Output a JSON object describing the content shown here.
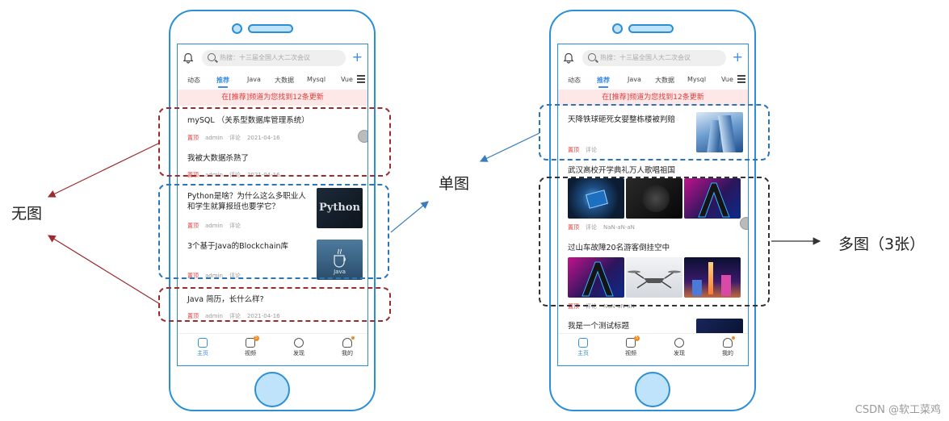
{
  "left_phone": {
    "search_placeholder": "热搜：十三届全国人大二次会议",
    "tabs": [
      "动态",
      "推荐",
      "Java",
      "大数据",
      "Mysql",
      "Vue"
    ],
    "notice": "在[推荐]频道为您找到12条更新",
    "articles": [
      {
        "title": "mySQL （关系型数据库管理系统）",
        "tag": "置顶",
        "author": "admin",
        "comment": "评论",
        "date": "2021-04-16"
      },
      {
        "title": "我被大数据杀熟了",
        "tag": "置顶",
        "author": "admin",
        "comment": "评论",
        "date": "2021-04-16"
      },
      {
        "title": "Python是啥？为什么这么多职业人和学生就算报班也要学它？",
        "tag": "置顶",
        "author": "admin",
        "comment": "评论",
        "thumb_text": "Python"
      },
      {
        "title": "3个基于Java的Blockchain库",
        "tag": "置顶",
        "author": "admin",
        "comment": "评论",
        "thumb_text": "Java"
      },
      {
        "title": "Java 简历，长什么样?",
        "tag": "置顶",
        "author": "admin",
        "comment": "评论",
        "date": "2021-04-16"
      }
    ],
    "tabbar": [
      {
        "label": "主页",
        "badge": ""
      },
      {
        "label": "视频",
        "badge": "5"
      },
      {
        "label": "发现",
        "badge": ""
      },
      {
        "label": "我的",
        "badge": ""
      }
    ]
  },
  "right_phone": {
    "search_placeholder": "热搜：十三届全国人大二次会议",
    "tabs": [
      "动态",
      "推荐",
      "Java",
      "大数据",
      "Mysql",
      "Vue"
    ],
    "notice": "在[推荐]频道为您找到12条更新",
    "articles": [
      {
        "title": "天降铁球砸死女婴整栋楼被判赔",
        "tag": "置顶",
        "comment": "评论"
      },
      {
        "title": "武汉高校开学典礼万人歌唱祖国",
        "tag": "置顶",
        "comment": "评论",
        "extra": "NaN-aN-aN"
      },
      {
        "title": "过山车故障20名游客倒挂空中",
        "tag": "置顶",
        "comment": "评论",
        "extra": "NaN-aN-aN"
      },
      {
        "title": "我是一个测试标题"
      }
    ],
    "tabbar": [
      {
        "label": "主页",
        "badge": ""
      },
      {
        "label": "视频",
        "badge": "5"
      },
      {
        "label": "发现",
        "badge": ""
      },
      {
        "label": "我的",
        "badge": ""
      }
    ]
  },
  "annotations": {
    "no_image": "无图",
    "single_image": "单图",
    "multi_image": "多图（3张）"
  },
  "watermark": "CSDN @软工菜鸡",
  "colors": {
    "phone_border": "#2b8fd6",
    "accent": "#3a8ee6",
    "notice_bg": "#fde7e7",
    "notice_text": "#e03b3b",
    "dash_red": "#9c2b2b",
    "dash_blue": "#2a76b8",
    "arrow_red": "#9c2b2b",
    "arrow_blue": "#3a7cc0"
  }
}
